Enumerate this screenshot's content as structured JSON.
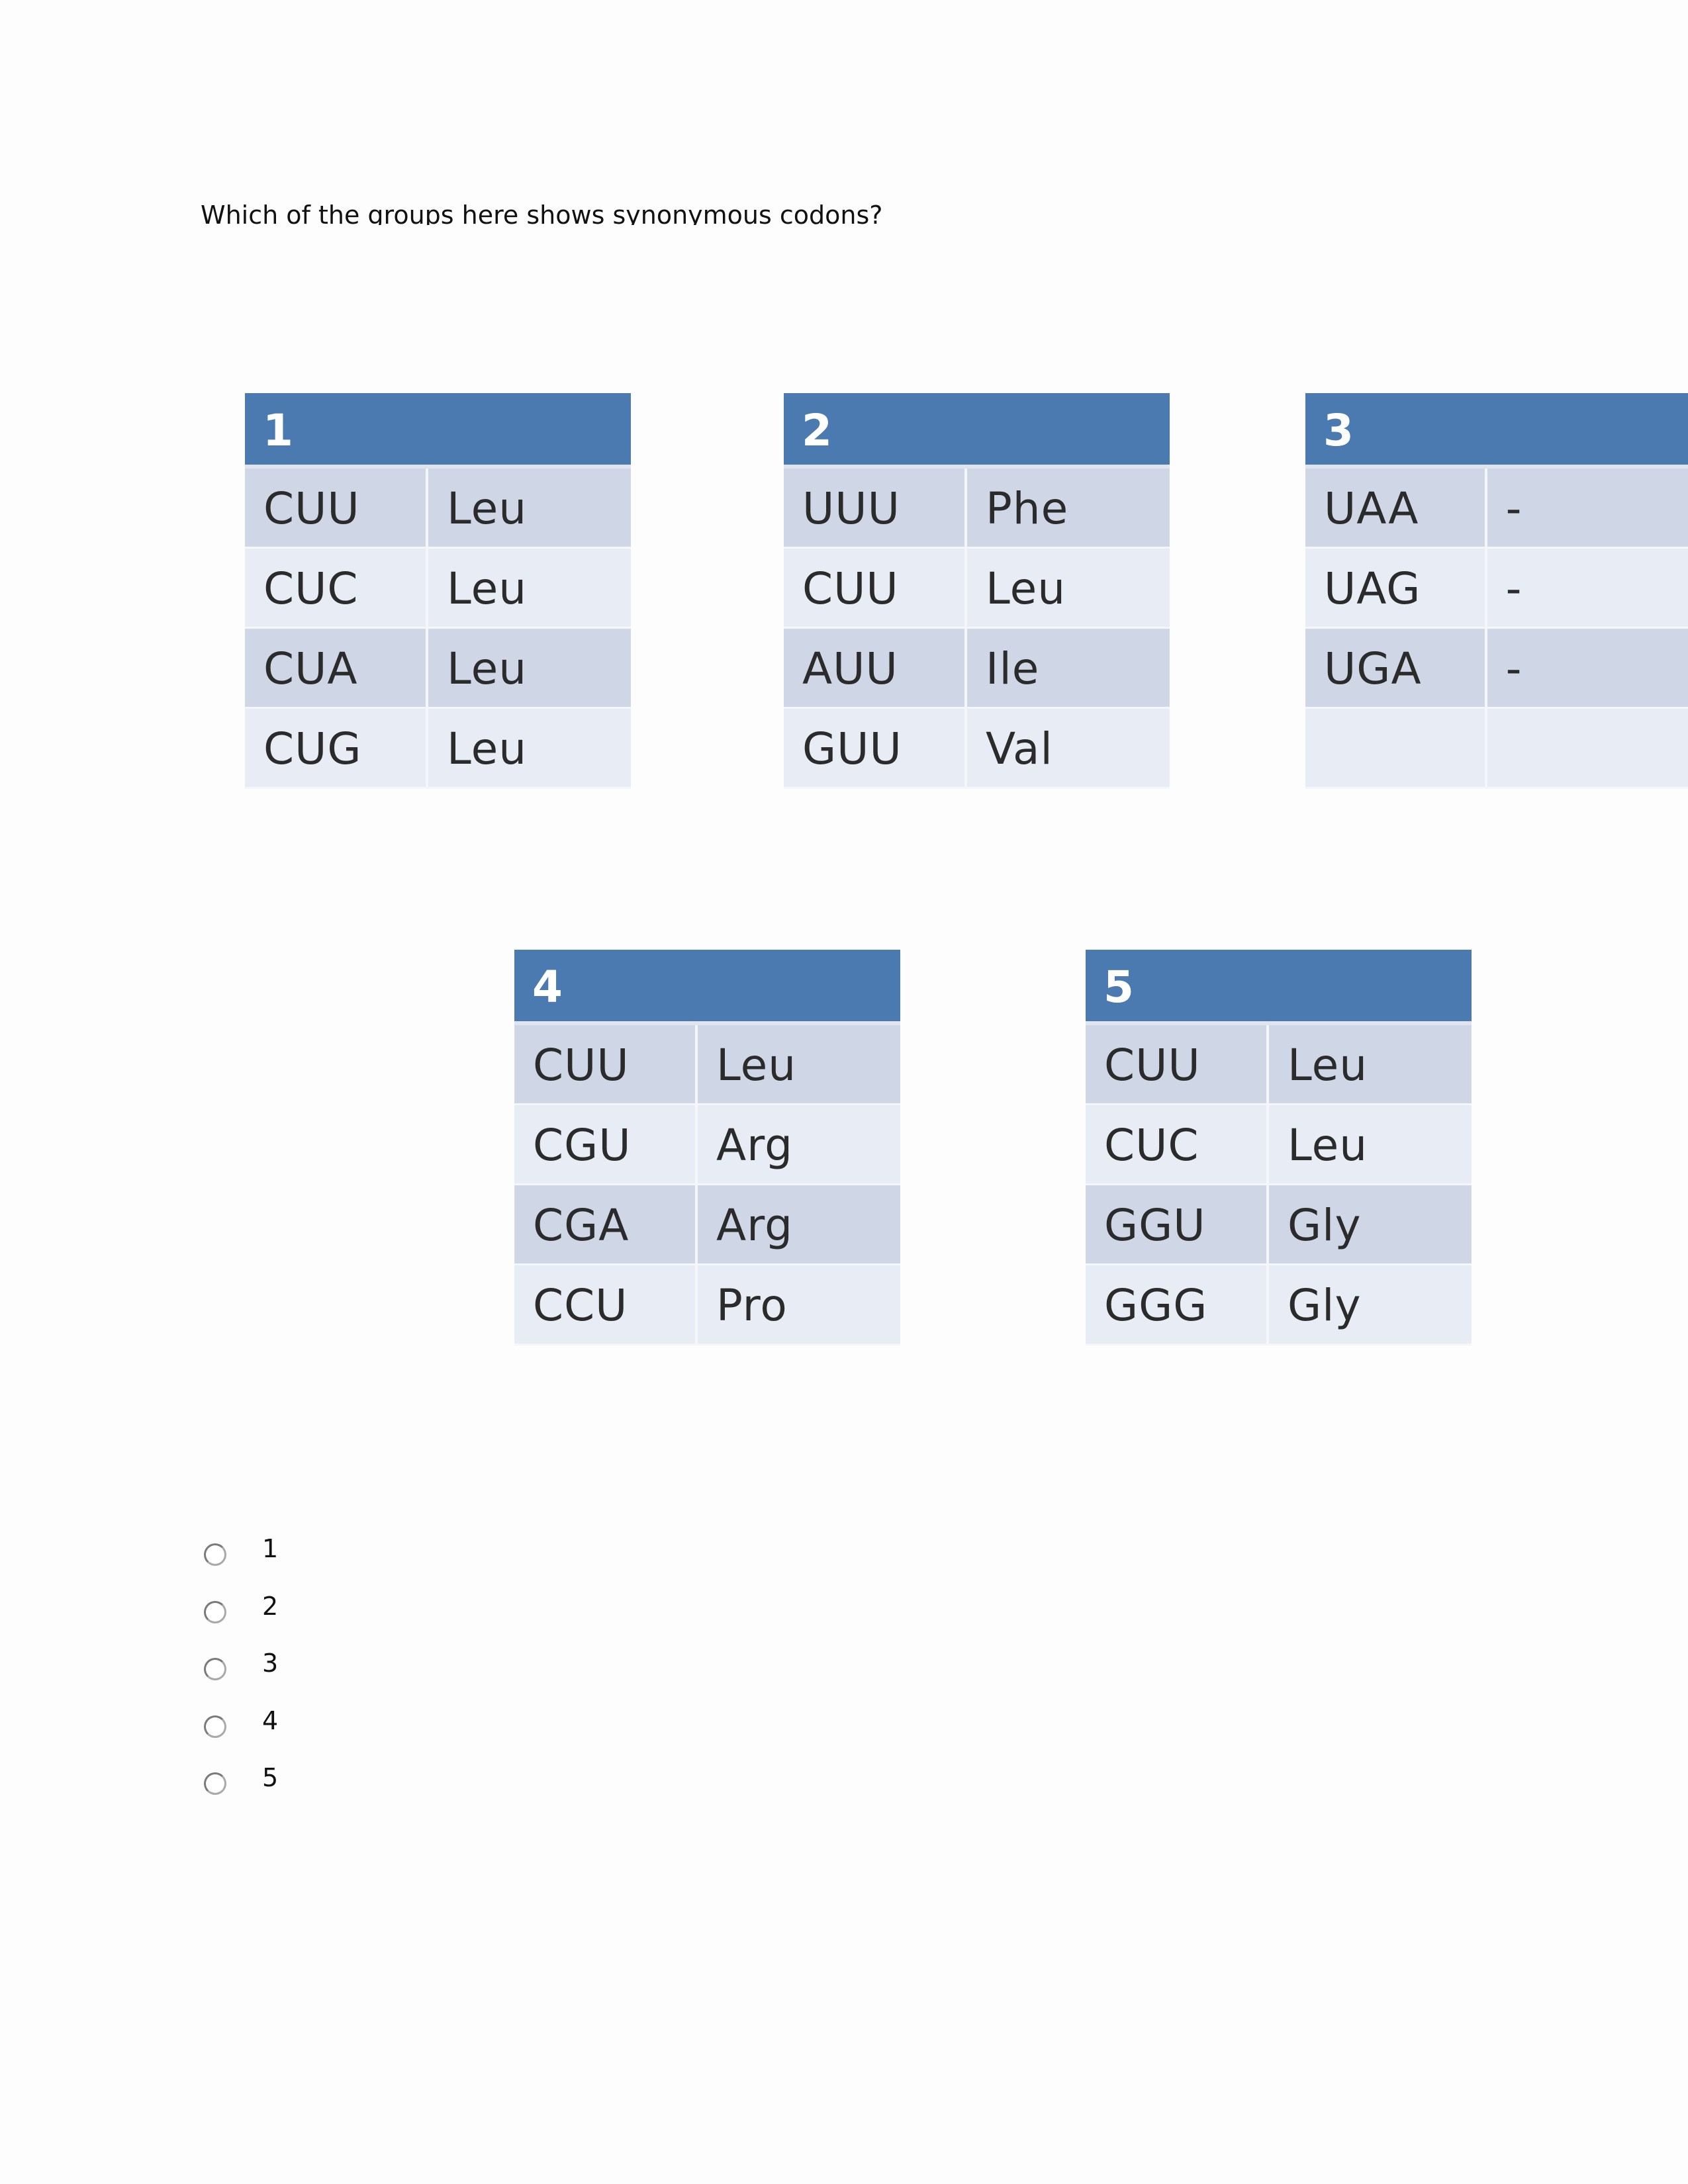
{
  "question": "Which of the groups here shows synonymous codons?",
  "tables": [
    {
      "title": "1",
      "rows": [
        {
          "codon": "CUU",
          "aa": "Leu"
        },
        {
          "codon": "CUC",
          "aa": "Leu"
        },
        {
          "codon": "CUA",
          "aa": "Leu"
        },
        {
          "codon": "CUG",
          "aa": "Leu"
        }
      ]
    },
    {
      "title": "2",
      "rows": [
        {
          "codon": "UUU",
          "aa": "Phe"
        },
        {
          "codon": "CUU",
          "aa": "Leu"
        },
        {
          "codon": "AUU",
          "aa": "Ile"
        },
        {
          "codon": "GUU",
          "aa": "Val"
        }
      ]
    },
    {
      "title": "3",
      "rows": [
        {
          "codon": "UAA",
          "aa": "-"
        },
        {
          "codon": "UAG",
          "aa": "-"
        },
        {
          "codon": "UGA",
          "aa": "-"
        },
        {
          "codon": "",
          "aa": ""
        }
      ]
    },
    {
      "title": "4",
      "rows": [
        {
          "codon": "CUU",
          "aa": "Leu"
        },
        {
          "codon": "CGU",
          "aa": "Arg"
        },
        {
          "codon": "CGA",
          "aa": "Arg"
        },
        {
          "codon": "CCU",
          "aa": "Pro"
        }
      ]
    },
    {
      "title": "5",
      "rows": [
        {
          "codon": "CUU",
          "aa": "Leu"
        },
        {
          "codon": "CUC",
          "aa": "Leu"
        },
        {
          "codon": "GGU",
          "aa": "Gly"
        },
        {
          "codon": "GGG",
          "aa": "Gly"
        }
      ]
    }
  ],
  "options": [
    {
      "label": "1",
      "selected": false
    },
    {
      "label": "2",
      "selected": false
    },
    {
      "label": "3",
      "selected": false
    },
    {
      "label": "4",
      "selected": false
    },
    {
      "label": "5",
      "selected": false
    }
  ]
}
